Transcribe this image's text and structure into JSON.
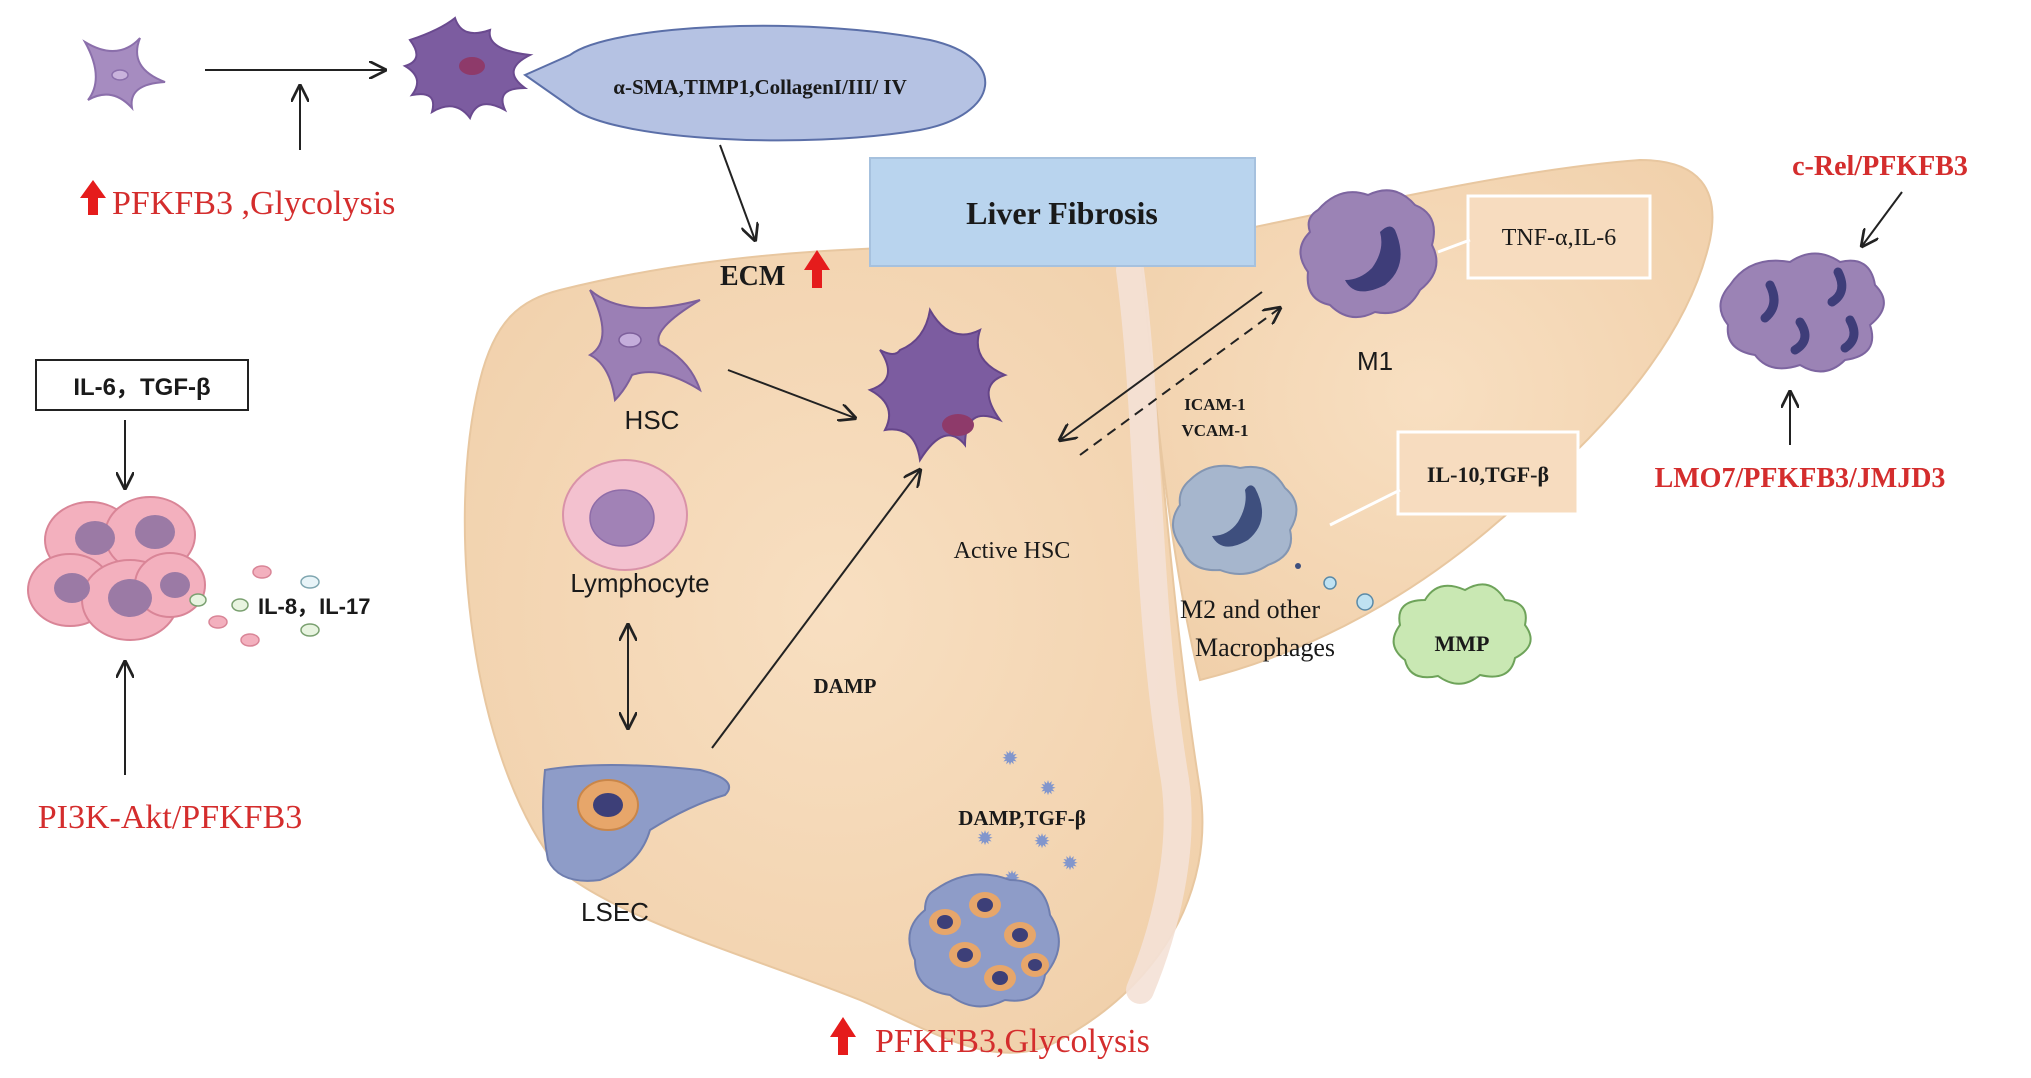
{
  "title": "Liver Fibrosis",
  "top_left": {
    "marker_label": "α-SMA,TIMP1,CollagenI/III/ IV",
    "pfkfb3_label": "PFKFB3 ,Glycolysis"
  },
  "ecm_label": "ECM",
  "cells": {
    "hsc": "HSC",
    "active_hsc": "Active HSC",
    "lymphocyte": "Lymphocyte",
    "lsec": "LSEC",
    "m1": "M1",
    "m2_line1": "M2 and other",
    "m2_line2": "Macrophages"
  },
  "labels": {
    "damp": "DAMP",
    "icam": "ICAM-1",
    "vcam": "VCAM-1",
    "tnf": "TNF-α,IL-6",
    "il10": "IL-10,TGF-β",
    "mmp": "MMP",
    "damp_tgf": "DAMP,TGF-β",
    "bottom_pfkfb3": "PFKFB3,Glycolysis"
  },
  "left_panel": {
    "box": "IL-6，TGF-β",
    "cytokines": "IL-8，IL-17",
    "pathway": "PI3K-Akt/PFKFB3"
  },
  "right_panel": {
    "top": "c-Rel/PFKFB3",
    "bottom": "LMO7/PFKFB3/JMJD3"
  },
  "colors": {
    "liver": "#f5d8b5",
    "liver_stroke": "#e6c29a",
    "red_text": "#d42d2d",
    "red_arrow": "#e51c1c",
    "hsc_purple": "#9b7fb5",
    "active_purple": "#7a5a9e",
    "title_box": "#b7d3ee",
    "macrophage": "#9b83b5",
    "m2": "#a6b6cd",
    "mmp_cloud": "#c9e8b3",
    "lymphocyte_pink": "#f2b8c6",
    "lsec": "#8e9cc8"
  }
}
